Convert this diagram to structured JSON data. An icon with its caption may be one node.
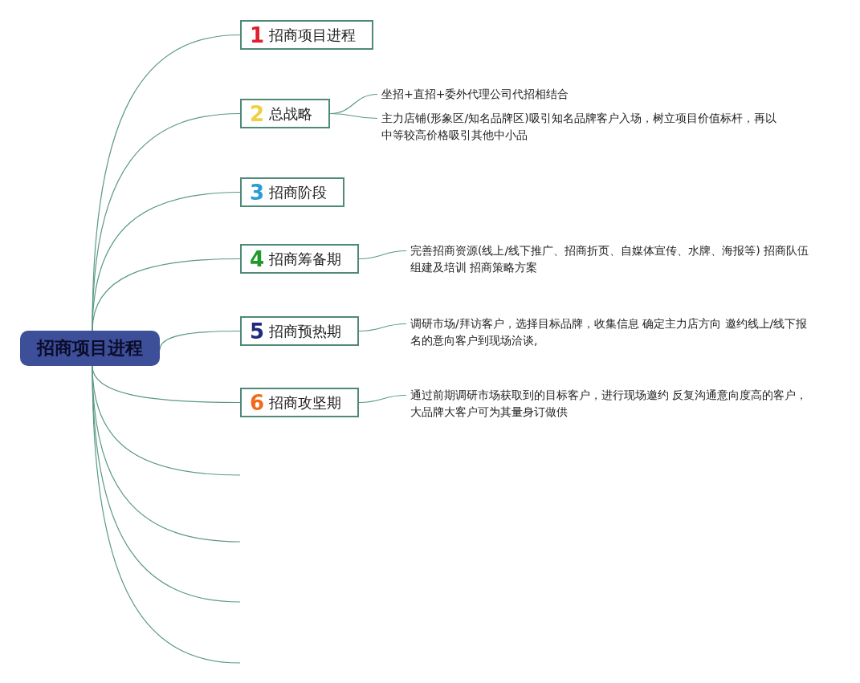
{
  "diagram": {
    "nodes": [
      {
        "text": [
          "招商项目进程"
        ]
      },
      {
        "text": [
          "1",
          "招商项目进程"
        ]
      },
      {
        "text": [
          "2",
          "总战略"
        ]
      },
      {
        "text": [
          "3",
          "招商阶段"
        ]
      },
      {
        "text": [
          "4",
          "招商筹备期"
        ]
      },
      {
        "text": [
          "5",
          "招商预热期"
        ]
      },
      {
        "text": [
          "6",
          "招商攻坚期"
        ]
      },
      {
        "text": [
          "坐招+直招+委外代理公司代招相结合"
        ]
      },
      {
        "text": [
          "主力店铺(形象区/知名品牌区)吸引知名品牌客户入场，树立项目价值标杆，再以中等较高价格吸引其他中小品"
        ]
      },
      {
        "text": [
          "完善招商资源(线上/线下推广、招商折页、自媒体宣传、水牌、海报等) 招商队伍组建及培训 招商策略方案"
        ]
      },
      {
        "text": [
          "调研市场/拜访客户，选择目标品牌，收集信息 确定主力店方向 邀约线上/线下报名的意向客户到现场洽谈,"
        ]
      },
      {
        "text": [
          "通过前期调研市场获取到的目标客户，进行现场邀约 反复沟通意向度高的客户，大品牌大客户可为其量身订做供"
        ]
      }
    ],
    "edges": [
      {
        "from": 0,
        "to": 1,
        "arrow": "none"
      },
      {
        "from": 0,
        "to": 2,
        "arrow": "none"
      },
      {
        "from": 0,
        "to": 3,
        "arrow": "none"
      },
      {
        "from": 0,
        "to": 4,
        "arrow": "none"
      },
      {
        "from": 0,
        "to": 5,
        "arrow": "none"
      },
      {
        "from": 0,
        "to": 6,
        "arrow": "none"
      },
      {
        "from": 0,
        "to": null,
        "arrow": "none"
      },
      {
        "from": 0,
        "to": null,
        "arrow": "none"
      },
      {
        "from": 0,
        "to": null,
        "arrow": "none"
      },
      {
        "from": 0,
        "to": null,
        "arrow": "none"
      },
      {
        "from": 2,
        "to": 7,
        "arrow": "none"
      },
      {
        "from": 2,
        "to": 8,
        "arrow": "none"
      },
      {
        "from": 4,
        "to": 9,
        "arrow": "none"
      },
      {
        "from": 5,
        "to": 10,
        "arrow": "none"
      },
      {
        "from": 6,
        "to": 11,
        "arrow": "none"
      }
    ]
  }
}
